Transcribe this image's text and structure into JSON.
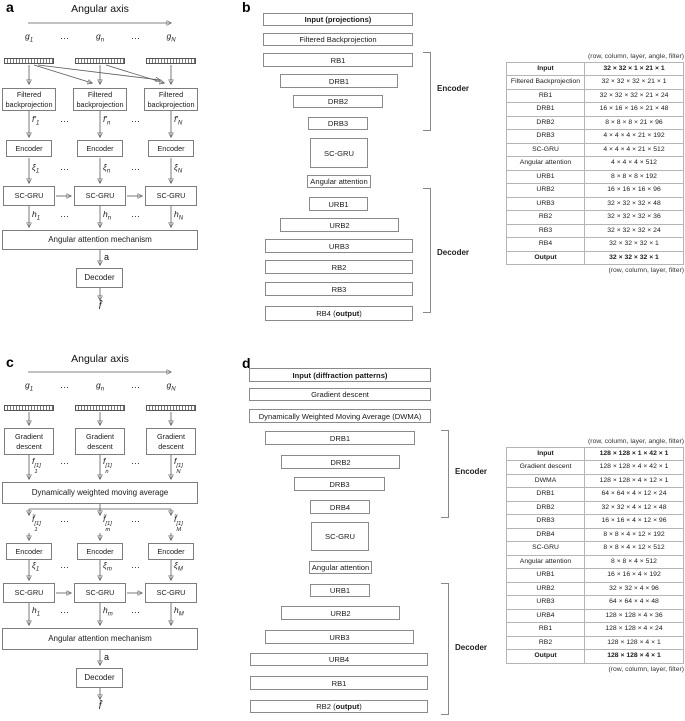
{
  "dots": "⋯",
  "panel_a": {
    "label": "a",
    "axis_title": "Angular axis",
    "g": {
      "base": "g",
      "subs": [
        "1",
        "n",
        "N"
      ]
    },
    "proc_box": "Filtered backprojection",
    "f": {
      "base": "f′",
      "subs": [
        "1",
        "n",
        "N"
      ]
    },
    "encoder": "Encoder",
    "xi": {
      "base": "ξ",
      "subs": [
        "1",
        "n",
        "N"
      ]
    },
    "gru": "SC-GRU",
    "h": {
      "base": "h",
      "subs": [
        "1",
        "n",
        "N"
      ]
    },
    "attention": "Angular attention mechanism",
    "a_label": "a",
    "decoder": "Decoder",
    "output": "f̂"
  },
  "panel_c": {
    "label": "c",
    "axis_title": "Angular axis",
    "g": {
      "base": "g",
      "subs": [
        "1",
        "n",
        "N"
      ]
    },
    "proc_box": "Gradient descent",
    "f": {
      "base": "f",
      "sup": "[1]",
      "subs": [
        "1",
        "n",
        "N"
      ]
    },
    "dwma": "Dynamically weighted moving average",
    "ftilde": {
      "base": "f̃",
      "sup": "[1]",
      "subs": [
        "1",
        "m",
        "M"
      ]
    },
    "encoder": "Encoder",
    "xi": {
      "base": "ξ",
      "subs": [
        "1",
        "m",
        "M"
      ]
    },
    "gru": "SC-GRU",
    "h": {
      "base": "h",
      "subs": [
        "1",
        "m",
        "M"
      ]
    },
    "attention": "Angular attention mechanism",
    "a_label": "a",
    "decoder": "Decoder",
    "output": "f̂"
  },
  "panel_b": {
    "label": "b",
    "encoder_label": "Encoder",
    "decoder_label": "Decoder",
    "stack": [
      {
        "bold": "Input (projections)"
      },
      {
        "pre": "Filtered Backprojection"
      },
      {
        "pre": "RB1"
      },
      {
        "pre": "DRB1"
      },
      {
        "pre": "DRB2"
      },
      {
        "pre": "DRB3"
      },
      {
        "pre": "SC-GRU"
      },
      {
        "pre": "Angular attention"
      },
      {
        "pre": "URB1"
      },
      {
        "pre": "URB2"
      },
      {
        "pre": "URB3"
      },
      {
        "pre": "RB2"
      },
      {
        "pre": "RB3"
      },
      {
        "pre": "RB4 (",
        "bold": "output",
        "post": ")"
      }
    ]
  },
  "panel_d": {
    "label": "d",
    "encoder_label": "Encoder",
    "decoder_label": "Decoder",
    "stack": [
      {
        "bold": "Input (diffraction patterns)"
      },
      {
        "pre": "Gradient descent"
      },
      {
        "pre": "Dynamically Weighted Moving Average (DWMA)"
      },
      {
        "pre": "DRB1"
      },
      {
        "pre": "DRB2"
      },
      {
        "pre": "DRB3"
      },
      {
        "pre": "DRB4"
      },
      {
        "pre": "SC-GRU"
      },
      {
        "pre": "Angular attention"
      },
      {
        "pre": "URB1"
      },
      {
        "pre": "URB2"
      },
      {
        "pre": "URB3"
      },
      {
        "pre": "URB4"
      },
      {
        "pre": "RB1"
      },
      {
        "pre": "RB2 (",
        "bold": "output",
        "post": ")"
      }
    ]
  },
  "tables": {
    "b": {
      "caption_top": "(row, column, layer, angle, filter)",
      "caption_bottom": "(row, column, layer, filter)",
      "rows": [
        {
          "name": "Input",
          "dims": "32 × 32 × 1 × 21 × 1",
          "bold": true
        },
        {
          "name": "Filtered Backprojection",
          "dims": "32 × 32 × 32 × 21 × 1"
        },
        {
          "name": "RB1",
          "dims": "32 × 32 × 32 × 21 × 24"
        },
        {
          "name": "DRB1",
          "dims": "16 × 16 × 16 × 21 × 48"
        },
        {
          "name": "DRB2",
          "dims": "8 × 8 × 8 × 21 × 96"
        },
        {
          "name": "DRB3",
          "dims": "4 × 4 × 4 × 21 × 192"
        },
        {
          "name": "SC-GRU",
          "dims": "4 × 4 × 4 × 21 × 512"
        },
        {
          "name": "Angular attention",
          "dims": "4 × 4 × 4 × 512"
        },
        {
          "name": "URB1",
          "dims": "8 × 8 × 8 × 192"
        },
        {
          "name": "URB2",
          "dims": "16 × 16 × 16 × 96"
        },
        {
          "name": "URB3",
          "dims": "32 × 32 × 32 × 48"
        },
        {
          "name": "RB2",
          "dims": "32 × 32 × 32 × 36"
        },
        {
          "name": "RB3",
          "dims": "32 × 32 × 32 × 24"
        },
        {
          "name": "RB4",
          "dims": "32 × 32 × 32 × 1"
        },
        {
          "name": "Output",
          "dims": "32 × 32 × 32 × 1",
          "bold": true
        }
      ]
    },
    "d": {
      "caption_top": "(row, column, layer, angle, filter)",
      "caption_bottom": "(row, column, layer, filter)",
      "rows": [
        {
          "name": "Input",
          "dims": "128 × 128 × 1 × 42 × 1",
          "bold": true
        },
        {
          "name": "Gradient descent",
          "dims": "128 × 128 × 4 × 42 × 1"
        },
        {
          "name": "DWMA",
          "dims": "128 × 128 × 4 × 12 × 1"
        },
        {
          "name": "DRB1",
          "dims": "64 × 64 × 4 × 12 × 24"
        },
        {
          "name": "DRB2",
          "dims": "32 × 32 × 4 × 12 × 48"
        },
        {
          "name": "DRB3",
          "dims": "16 × 16 × 4 × 12 × 96"
        },
        {
          "name": "DRB4",
          "dims": "8 × 8 × 4 × 12 × 192"
        },
        {
          "name": "SC-GRU",
          "dims": "8 × 8 × 4 × 12 × 512"
        },
        {
          "name": "Angular attention",
          "dims": "8 × 8 × 4 × 512"
        },
        {
          "name": "URB1",
          "dims": "16 × 16 × 4 × 192"
        },
        {
          "name": "URB2",
          "dims": "32 × 32 × 4 × 96"
        },
        {
          "name": "URB3",
          "dims": "64 × 64 × 4 × 48"
        },
        {
          "name": "URB4",
          "dims": "128 × 128 × 4 × 36"
        },
        {
          "name": "RB1",
          "dims": "128 × 128 × 4 × 24"
        },
        {
          "name": "RB2",
          "dims": "128 × 128 × 4 × 1"
        },
        {
          "name": "Output",
          "dims": "128 × 128 × 4 × 1",
          "bold": true
        }
      ]
    }
  }
}
